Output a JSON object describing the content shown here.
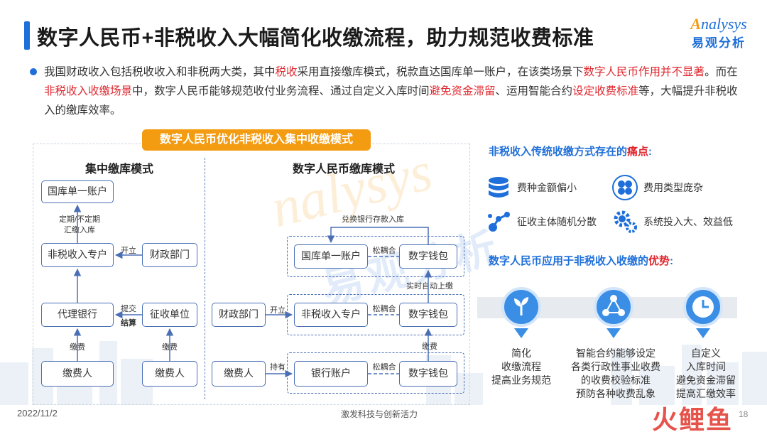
{
  "title": "数字人民币+非税收入大幅简化收缴流程，助力规范收费标准",
  "logo": {
    "brand": "nalysys",
    "brand_initial": "A",
    "brand_cn": "易观分析"
  },
  "intro": {
    "p1": "我国财政收入包括税收收入和非税两大类，其中",
    "h1": "税收",
    "p2": "采用直接缴库模式，税款直达国库单一账户，在该类场景下",
    "h2": "数字人民币作用并不显著",
    "p3": "。而在",
    "h3": "非税收入收缴场景",
    "p4": "中，数字人民币能够规范收付业务流程、通过自定义入库时间",
    "h4": "避免资金滞留",
    "p5": "、运用智能合约",
    "h5": "设定收费标准",
    "p6": "等，大幅提升非税收入的缴库效率。"
  },
  "diagram": {
    "title": "数字人民币优化非税收入集中收缴模式",
    "left": {
      "title": "集中缴库模式",
      "nodes": {
        "treasury": "国库单一账户",
        "nontax": "非税收入专户",
        "finance": "财政部门",
        "agent_bank": "代理银行",
        "collector": "征收单位",
        "payer1": "缴费人",
        "payer2": "缴费人"
      },
      "labels": {
        "regular": "定期/不定期",
        "remit": "汇缴入库",
        "open": "开立",
        "submit": "提交",
        "settle": "结算",
        "pay1": "缴费",
        "pay2": "缴费"
      }
    },
    "right": {
      "title": "数字人民币缴库模式",
      "nodes": {
        "treasury": "国库单一账户",
        "wallet1": "数字钱包",
        "finance": "财政部门",
        "nontax": "非税收入专户",
        "wallet2": "数字钱包",
        "payer": "缴费人",
        "bank": "银行账户",
        "wallet3": "数字钱包"
      },
      "labels": {
        "exchange": "兑换银行存款入库",
        "loose1": "松耦合",
        "realtime": "实时自动上缴",
        "open": "开立",
        "loose2": "松耦合",
        "pay": "缴费",
        "hold": "持有",
        "loose3": "松耦合"
      }
    }
  },
  "pain": {
    "title_prefix": "非税收入传统收缴方式存在的",
    "title_em": "痛点",
    "title_suffix": ":",
    "items": [
      "费种金额偏小",
      "费用类型庞杂",
      "征收主体随机分散",
      "系统投入大、效益低"
    ],
    "icons": [
      "database-icon",
      "grid-icon",
      "network-icon",
      "gears-icon"
    ]
  },
  "advantage": {
    "title_prefix": "数字人民币应用于非税收入收缴的",
    "title_em": "优势",
    "title_suffix": ":",
    "items": [
      {
        "l1": "简化",
        "l2": "收缴流程",
        "l3": "提高业务规范",
        "l4": ""
      },
      {
        "l1": "智能合约能够设定",
        "l2": "各类行政性事业收费",
        "l3": "的收费校验标准",
        "l4": "预防各种收费乱象"
      },
      {
        "l1": "自定义",
        "l2": "入库时间",
        "l3": "避免资金滞留",
        "l4": "提高汇缴效率"
      }
    ]
  },
  "watermark": {
    "latin": "nalysys",
    "cn": "易观分析"
  },
  "footer": {
    "date": "2022/11/2",
    "slogan": "激发科技与创新活力",
    "page": "18",
    "mark": "火鲤鱼"
  },
  "colors": {
    "accent": "#1e6fd9",
    "orange": "#f39c12",
    "red": "#e0262d"
  }
}
